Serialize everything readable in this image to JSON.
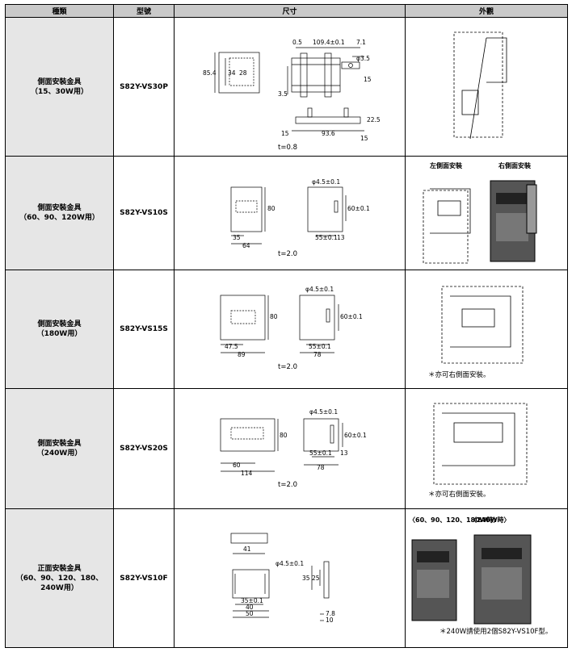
{
  "headers": [
    "種類",
    "型號",
    "尺寸",
    "外觀"
  ],
  "rows": [
    {
      "type_name": "側面安裝金具",
      "type_note": "（15、30W用）",
      "model": "S82Y-VS30P",
      "dims": {
        "front": [
          "85.4",
          "34",
          "28",
          "3.5"
        ],
        "side_top": [
          "0.5",
          "109.4±0.1",
          "7.1",
          "φ3.5",
          "15"
        ],
        "side_bottom": [
          "22.5",
          "15",
          "93.6",
          "15"
        ],
        "thickness": "t=0.8"
      },
      "ext_labels": [],
      "ext_note": ""
    },
    {
      "type_name": "側面安裝金具",
      "type_note": "（60、90、120W用）",
      "model": "S82Y-VS10S",
      "dims": {
        "front": [
          "80",
          "35",
          "64"
        ],
        "side": [
          "φ4.5±0.1",
          "60±0.1",
          "55±0.1",
          "13"
        ],
        "thickness": "t=2.0"
      },
      "ext_labels": [
        "左側面安裝",
        "右側面安裝"
      ],
      "ext_note": ""
    },
    {
      "type_name": "側面安裝金具",
      "type_note": "（180W用）",
      "model": "S82Y-VS15S",
      "dims": {
        "front": [
          "80",
          "47.5",
          "89"
        ],
        "side": [
          "φ4.5±0.1",
          "60±0.1",
          "55±0.1",
          "78"
        ],
        "thickness": "t=2.0"
      },
      "ext_labels": [],
      "ext_note": "＊亦可右側面安裝。"
    },
    {
      "type_name": "側面安裝金具",
      "type_note": "（240W用）",
      "model": "S82Y-VS20S",
      "dims": {
        "front": [
          "80",
          "60",
          "114"
        ],
        "side": [
          "φ4.5±0.1",
          "60±0.1",
          "55±0.1",
          "13",
          "78"
        ],
        "thickness": "t=2.0"
      },
      "ext_labels": [],
      "ext_note": "＊亦可右側面安裝。"
    },
    {
      "type_name": "正面安裝金具",
      "type_note": "（60、90、120、180、240W用）",
      "model": "S82Y-VS10F",
      "dims": {
        "front": [
          "41",
          "φ4.5±0.1",
          "35±0.1",
          "40",
          "50"
        ],
        "side": [
          "35",
          "25",
          "7.8",
          "10"
        ]
      },
      "ext_labels": [
        "〈60、90、120、180W時〉",
        "〈240W時〉"
      ],
      "ext_note": "＊240W請使用2個S82Y-VS10F型。"
    }
  ]
}
